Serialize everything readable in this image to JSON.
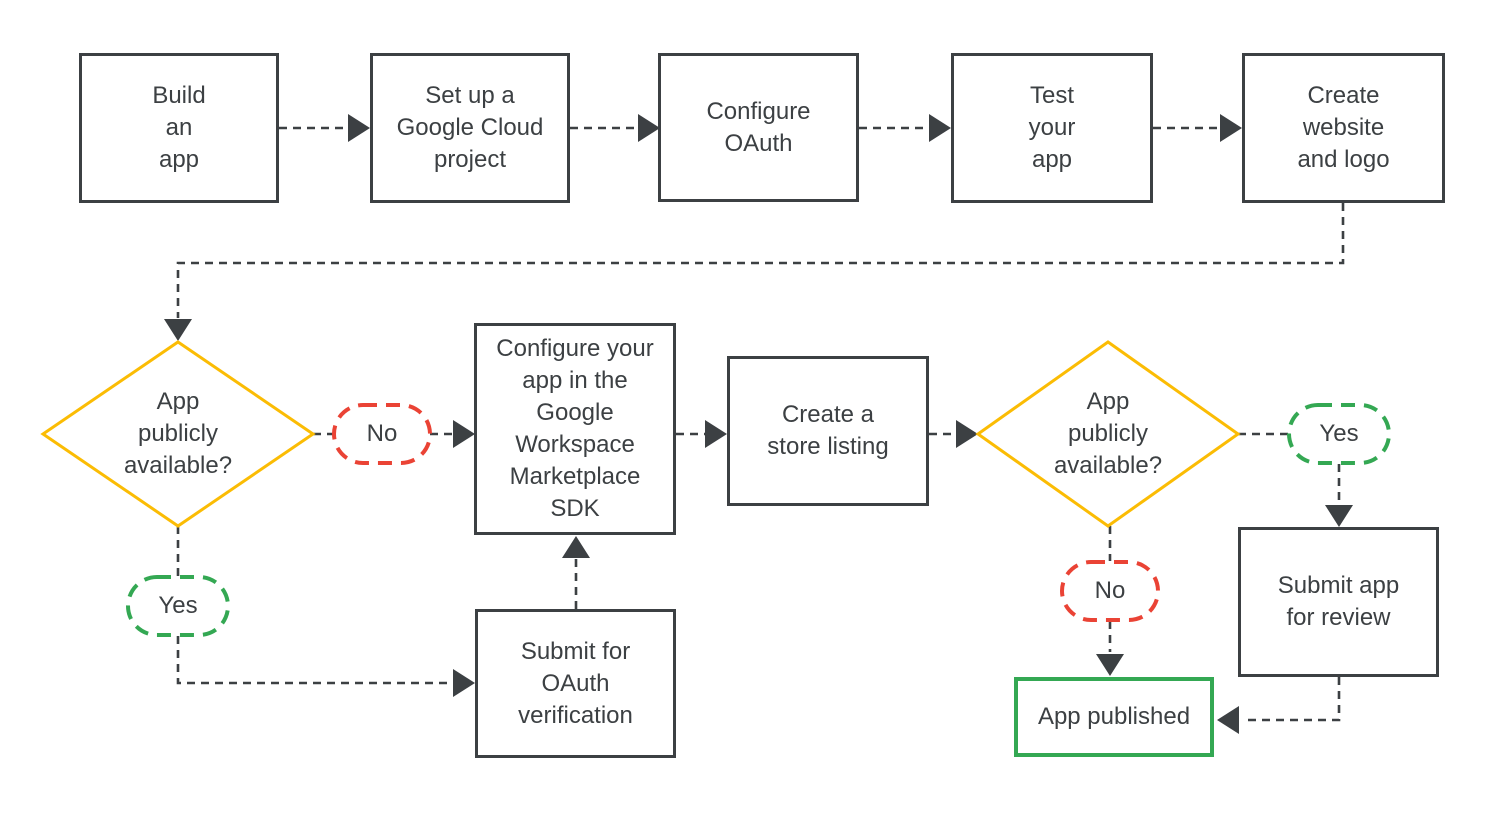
{
  "diagram": {
    "type": "flowchart",
    "colors": {
      "background": "#ffffff",
      "line": "#3c4043",
      "text": "#3c4043",
      "box_border": "#3c4043",
      "decision_border": "#fbbc04",
      "yes_border": "#34a853",
      "no_border": "#ea4335",
      "published_border": "#34a853"
    },
    "nodes": {
      "build": {
        "label": "Build\nan\napp",
        "type": "process"
      },
      "setup": {
        "label": "Set up a\nGoogle Cloud\nproject",
        "type": "process"
      },
      "configure_oauth": {
        "label": "Configure\nOAuth",
        "type": "process"
      },
      "test": {
        "label": "Test\nyour\napp",
        "type": "process"
      },
      "website": {
        "label": "Create\nwebsite\nand logo",
        "type": "process"
      },
      "decision1": {
        "label": "App\npublicly\navailable?",
        "type": "decision"
      },
      "sdk": {
        "label": "Configure your\napp in the\nGoogle\nWorkspace\nMarketplace\nSDK",
        "type": "process"
      },
      "store_listing": {
        "label": "Create a\nstore listing",
        "type": "process"
      },
      "decision2": {
        "label": "App\npublicly\navailable?",
        "type": "decision"
      },
      "oauth_verification": {
        "label": "Submit for\nOAuth\nverification",
        "type": "process"
      },
      "submit_review": {
        "label": "Submit app\nfor review",
        "type": "process"
      },
      "published": {
        "label": "App published",
        "type": "terminal"
      }
    },
    "branch_labels": {
      "decision1_no": "No",
      "decision1_yes": "Yes",
      "decision2_yes": "Yes",
      "decision2_no": "No"
    },
    "edges": [
      {
        "from": "build",
        "to": "setup"
      },
      {
        "from": "setup",
        "to": "configure_oauth"
      },
      {
        "from": "configure_oauth",
        "to": "test"
      },
      {
        "from": "test",
        "to": "website"
      },
      {
        "from": "website",
        "to": "decision1"
      },
      {
        "from": "decision1",
        "to": "sdk",
        "label": "No"
      },
      {
        "from": "decision1",
        "to": "oauth_verification",
        "label": "Yes"
      },
      {
        "from": "oauth_verification",
        "to": "sdk"
      },
      {
        "from": "sdk",
        "to": "store_listing"
      },
      {
        "from": "store_listing",
        "to": "decision2"
      },
      {
        "from": "decision2",
        "to": "submit_review",
        "label": "Yes"
      },
      {
        "from": "decision2",
        "to": "published",
        "label": "No"
      },
      {
        "from": "submit_review",
        "to": "published"
      }
    ]
  }
}
